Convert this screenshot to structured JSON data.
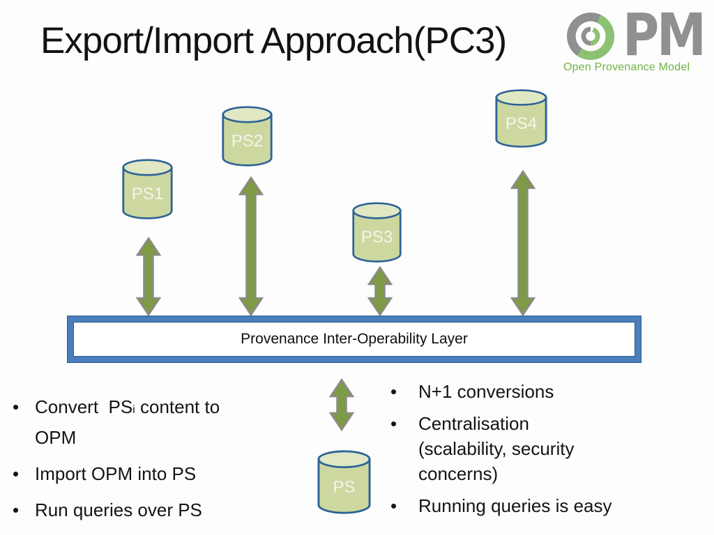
{
  "slide": {
    "title": "Export/Import Approach(PC3)"
  },
  "logo": {
    "pm": "PM",
    "caption": "Open Provenance Model"
  },
  "diagram": {
    "layer_label": "Provenance Inter-Operability Layer",
    "cylinders": [
      {
        "label": "PS1"
      },
      {
        "label": "PS2"
      },
      {
        "label": "PS3"
      },
      {
        "label": "PS4"
      },
      {
        "label": "PS"
      }
    ]
  },
  "bullets_left": {
    "marker": "•",
    "item1_pre": "Convert  PS",
    "item1_sub": "i",
    "item1_rest": " content to",
    "item1_line2": "OPM",
    "item2": "Import OPM into PS",
    "item3": "Run queries over PS"
  },
  "bullets_right": {
    "marker": "•",
    "item1": "N+1 conversions",
    "item2_lines": [
      "Centralisation",
      "(scalability, security",
      "concerns)"
    ],
    "item3": "Running queries is easy"
  },
  "colors": {
    "cyl_fill": "#ccd8a0",
    "cyl_top": "#dfe8c3",
    "cyl_border": "#2e6397",
    "arrow_fill": "#7d9a45",
    "arrow_border": "#8b8b8b",
    "frame_blue": "#4a7ebc",
    "frame_dark": "#2b5a88",
    "logo_gray": "#8e9092",
    "logo_green": "#8cc173",
    "caption_green": "#70b244",
    "text_color": "#141414"
  }
}
